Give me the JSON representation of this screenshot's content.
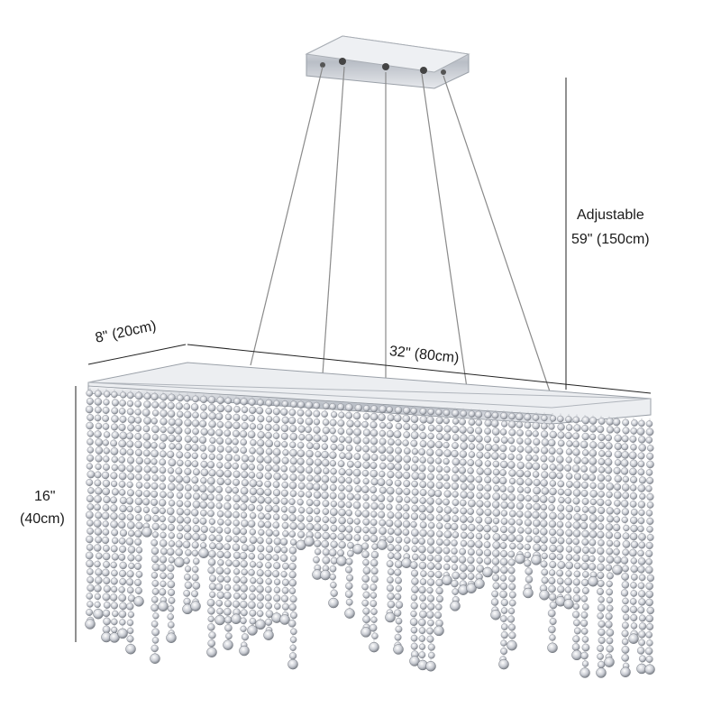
{
  "image": {
    "subject": "rectangular crystal chandelier",
    "colors": {
      "chrome": "#c8ccd2",
      "wire": "#8a8a8a",
      "dim_line": "#222222",
      "crystal": "#d8dbe0"
    }
  },
  "dimensions": {
    "width_label": "8\" (20cm)",
    "length_label": "32\" (80cm)",
    "adjustable_label": "Adjustable",
    "adjustable_value": "59\" (150cm)",
    "height_value": "16\"",
    "height_metric": "(40cm)"
  }
}
